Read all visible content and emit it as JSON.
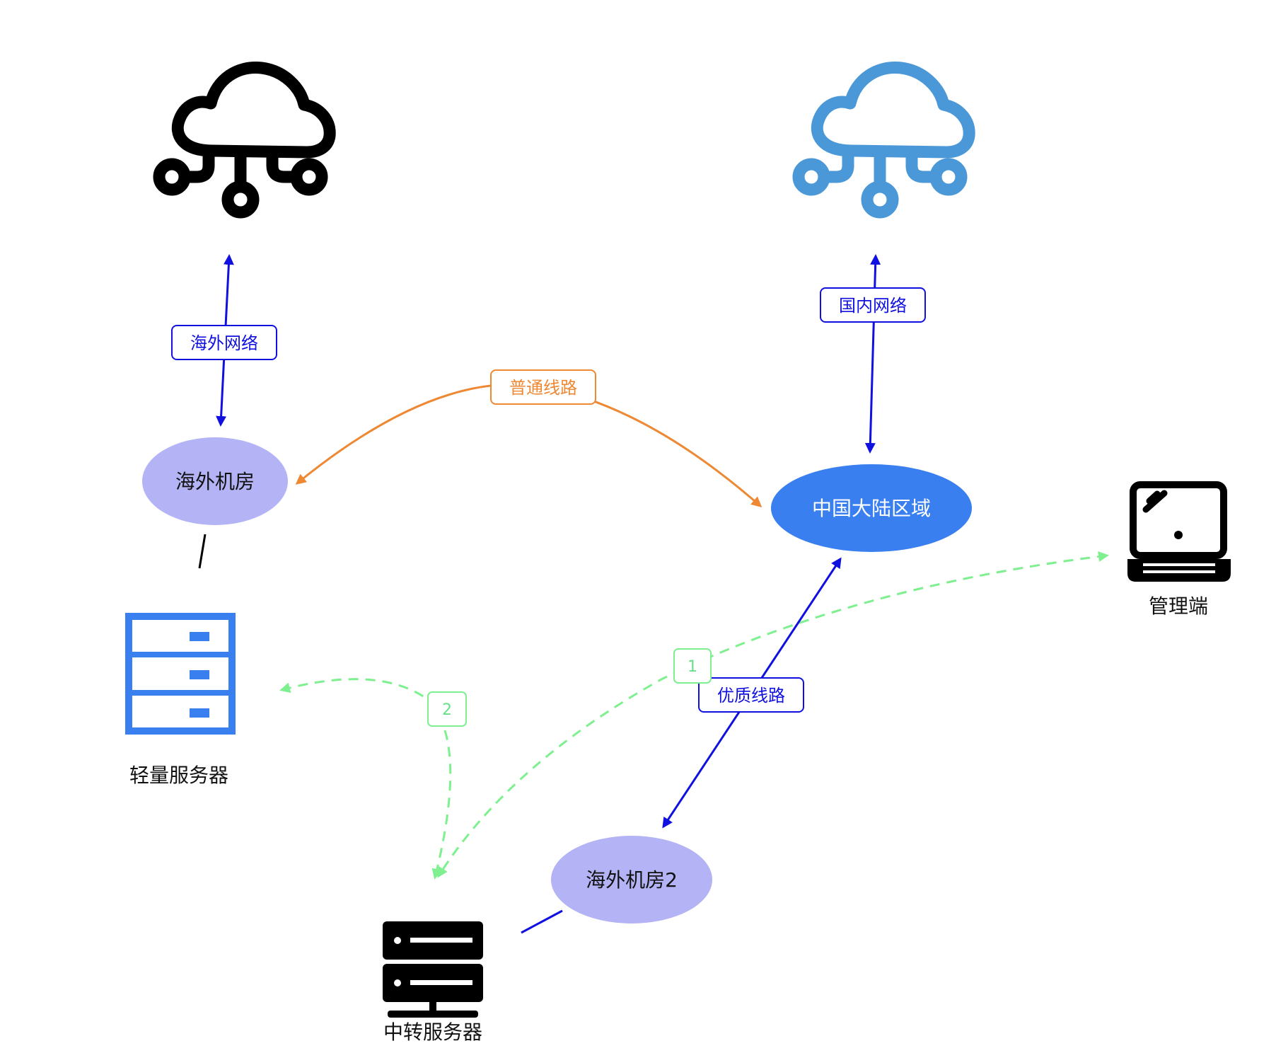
{
  "nodes": {
    "overseas_dc": "海外机房",
    "mainland": "中国大陆区域",
    "overseas_dc2": "海外机房2"
  },
  "captions": {
    "lightweight_server": "轻量服务器",
    "relay_server": "中转服务器",
    "admin": "管理端"
  },
  "edge_labels": {
    "overseas_net": "海外网络",
    "domestic_net": "国内网络",
    "normal_line": "普通线路",
    "premium_line": "优质线路",
    "step1": "1",
    "step2": "2"
  },
  "colors": {
    "blue_arrow": "#1010e0",
    "orange_arrow": "#ee8833",
    "green_dashed": "#7ef08f",
    "lavender_node": "#b3b3f5",
    "mainland_node": "#3a7ff0",
    "cloud_blue": "#4a98d8",
    "server_blue": "#3a7ff0"
  },
  "icons": {
    "overseas_cloud": "cloud-network-icon",
    "domestic_cloud": "cloud-network-icon",
    "lightweight_server": "server-rack-icon",
    "relay_server": "server-icon",
    "admin": "laptop-icon"
  }
}
